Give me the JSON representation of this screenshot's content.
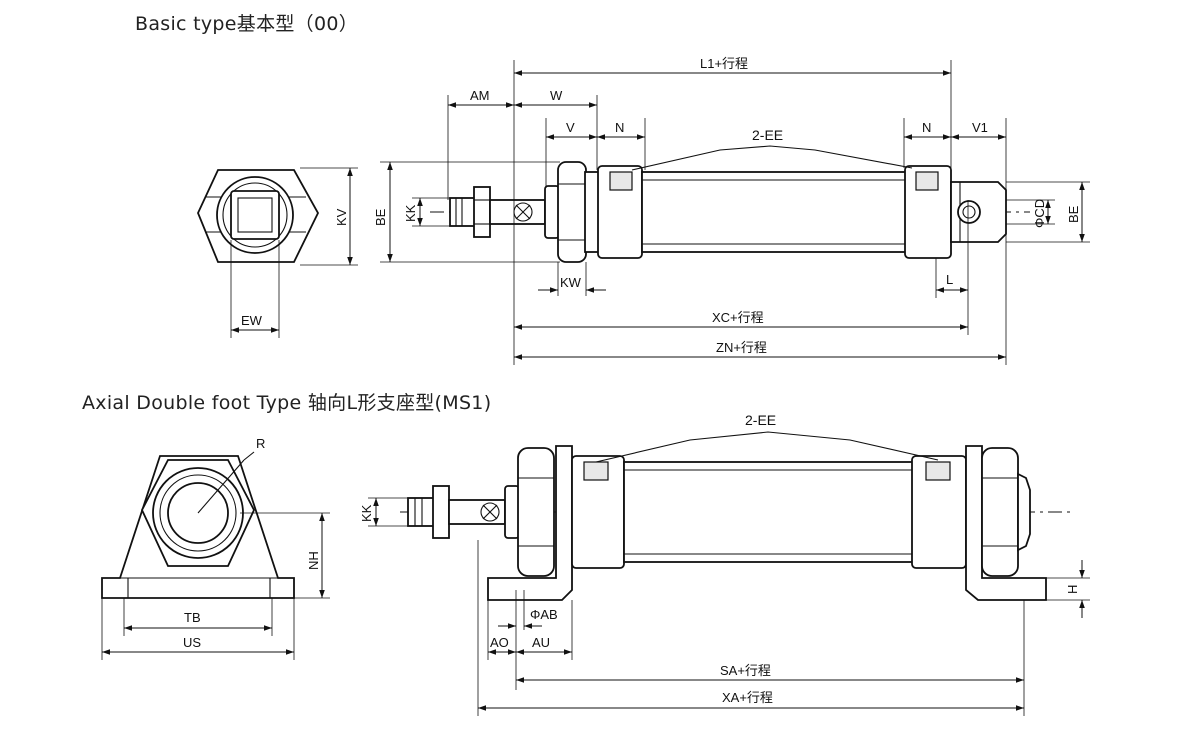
{
  "titles": {
    "basic": "Basic type基本型（00）",
    "axial": "Axial Double foot Type 轴向L形支座型(MS1)"
  },
  "basic": {
    "L1": "L1+行程",
    "AM": "AM",
    "W": "W",
    "V": "V",
    "N1": "N",
    "EE": "2-EE",
    "N2": "N",
    "V1": "V1",
    "KV": "KV",
    "EW": "EW",
    "BE": "BE",
    "KK": "KK",
    "KW": "KW",
    "CD": "ΦCD",
    "BE2": "BE",
    "L": "L",
    "XC": "XC+行程",
    "ZN": "ZN+行程"
  },
  "axial": {
    "R": "R",
    "NH": "NH",
    "TB": "TB",
    "US": "US",
    "EE": "2-EE",
    "KK": "KK",
    "H": "H",
    "AB": "ΦAB",
    "AO": "AO",
    "AU": "AU",
    "SA": "SA+行程",
    "XA": "XA+行程"
  }
}
